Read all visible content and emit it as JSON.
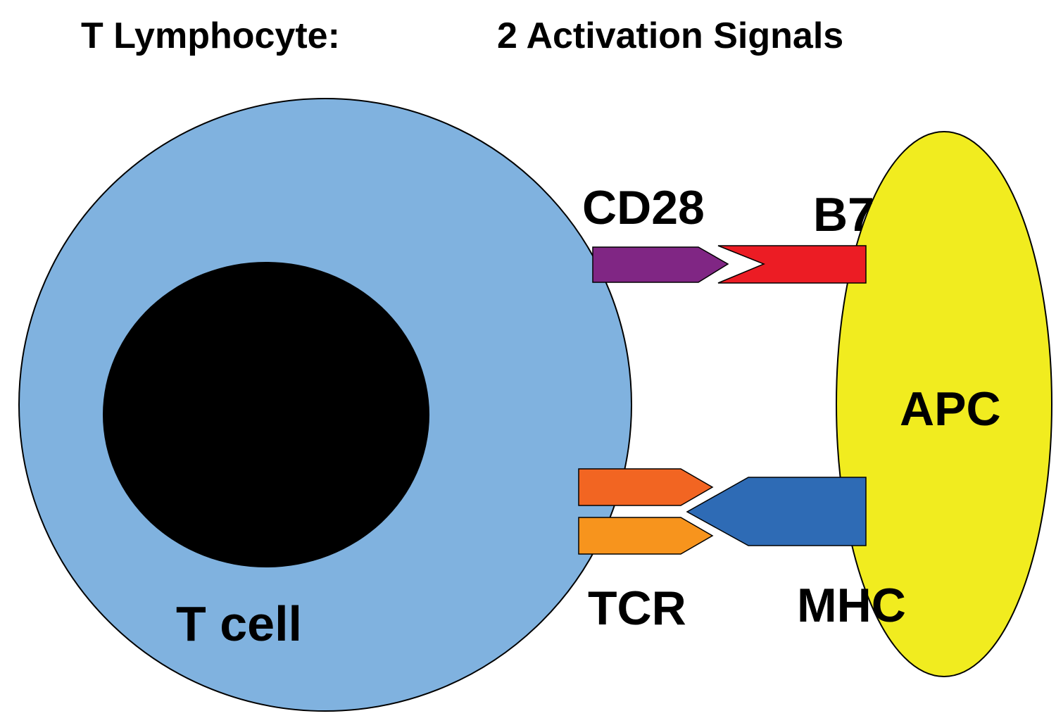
{
  "title": {
    "left": "T Lymphocyte:",
    "right": "2 Activation Signals"
  },
  "labels": {
    "t_cell": "T cell",
    "apc": "APC",
    "cd28": "CD28",
    "b7": "B7",
    "tcr": "TCR",
    "mhc": "MHC"
  },
  "colors": {
    "t_cell_body": "#80b2df",
    "nucleus": "#000000",
    "apc_body": "#f1ec1f",
    "cd28": "#802684",
    "b7": "#ec1c24",
    "tcr_upper": "#f26522",
    "tcr_lower": "#f7941d",
    "mhc": "#2e6bb5"
  }
}
